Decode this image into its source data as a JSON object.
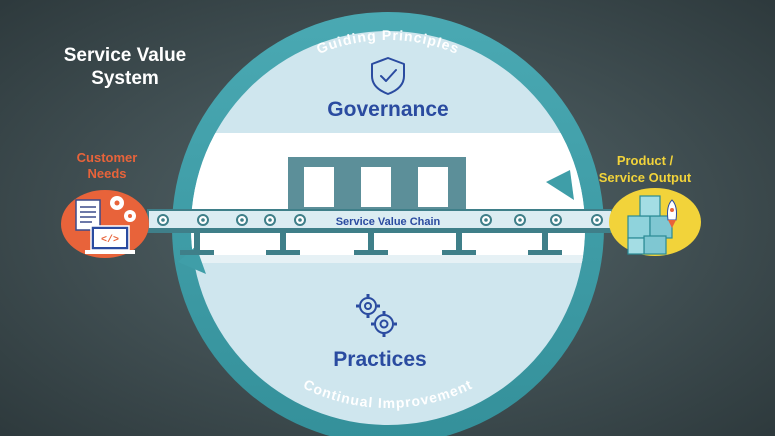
{
  "title_line1": "Service Value",
  "title_line2": "System",
  "customer_line1": "Customer",
  "customer_line2": "Needs",
  "output_line1": "Product /",
  "output_line2": "Service Output",
  "ring_top": "Guiding Principles",
  "ring_bottom": "Continual Improvement",
  "governance": "Governance",
  "chain": "Service Value Chain",
  "practices": "Practices",
  "code_icon_text": "</>",
  "icons": [
    "shield-check-icon",
    "gears-icon",
    "document-icon",
    "laptop-code-icon",
    "boxes-icon",
    "rocket-icon"
  ],
  "colors": {
    "background": "#3e4b4f",
    "ring": "#3f9ea8",
    "inner": "#cfe6ee",
    "band": "#ffffff",
    "heading": "#2a4ba0",
    "customer": "#e8633a",
    "output": "#f2d33a"
  }
}
